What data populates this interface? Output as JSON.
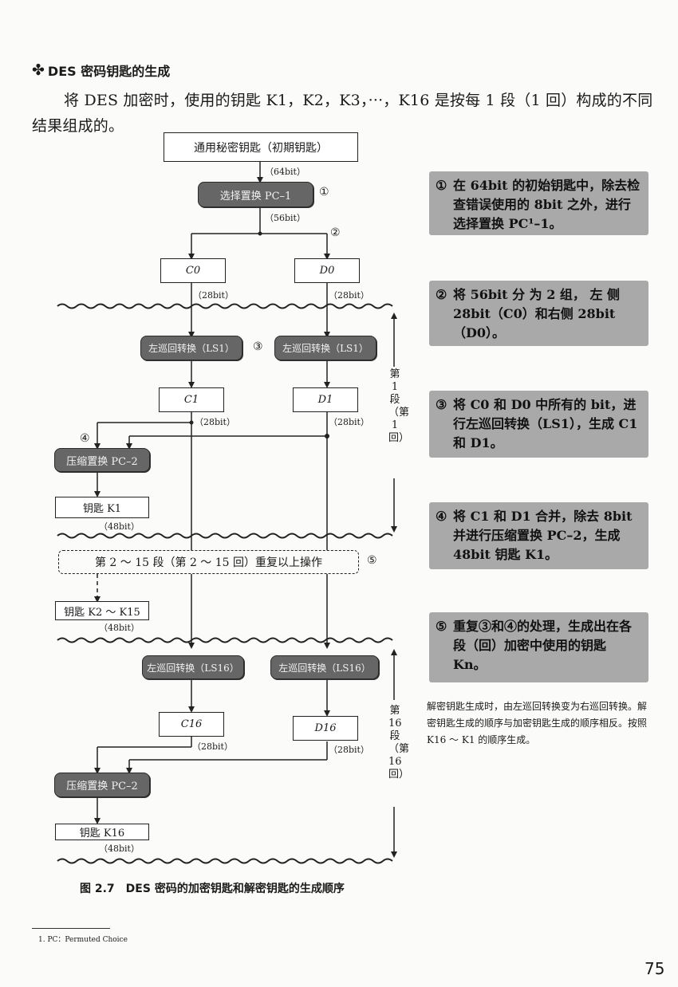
{
  "heading": {
    "icon": "four-leaf-clover-icon",
    "text": "DES 密码钥匙的生成"
  },
  "intro": "将 DES 加密时，使用的钥匙 K1，K2，K3，···，K16 是按每 1 段（1 回）构成的不同结果组成的。",
  "diagram": {
    "initial_key": "通用秘密钥匙（初期钥匙）",
    "bits_64": "（64bit）",
    "pc1": "选择置换 PC–1",
    "step1": "①",
    "bits_56": "（56bit）",
    "step2": "②",
    "c0": "C0",
    "d0": "D0",
    "bits_28_c0": "（28bit）",
    "bits_28_d0": "（28bit）",
    "ls1_left": "左巡回转换（LS1）",
    "step3": "③",
    "ls1_right": "左巡回转换（LS1）",
    "c1": "C1",
    "d1": "D1",
    "bits_28_c1": "（28bit）",
    "bits_28_d1": "（28bit）",
    "step4": "④",
    "pc2_a": "压缩置换 PC–2",
    "key_k1": "钥匙 K1",
    "bits_48_a": "（48bit）",
    "stage1": "第1段（第1回）",
    "repeat": "第 2 ～ 15 段（第 2 ～ 15 回）重复以上操作",
    "step5": "⑤",
    "key_k2_k15": "钥匙 K2 ～ K15",
    "bits_48_b": "（48bit）",
    "ls16_left": "左巡回转换（LS16）",
    "ls16_right": "左巡回转换（LS16）",
    "c16": "C16",
    "d16": "D16",
    "bits_28_c16": "（28bit）",
    "bits_28_d16": "（28bit）",
    "pc2_b": "压缩置换 PC–2",
    "key_k16": "钥匙 K16",
    "bits_48_c": "（48bit）",
    "stage16": "第16段（第16回）"
  },
  "notes": [
    {
      "num": "①",
      "text": "在 64bit 的初始钥匙中，除去检查错误使用的 8bit 之外，进行选择置换 PC¹–1。"
    },
    {
      "num": "②",
      "text": "将 56bit 分 为 2 组， 左 侧 28bit（C0）和右侧 28bit（D0）。"
    },
    {
      "num": "③",
      "text": "将 C0 和 D0 中所有的 bit，进行左巡回转换（LS1），生成 C1 和 D1。"
    },
    {
      "num": "④",
      "text": "将 C1 和 D1 合并，除去 8bit 并进行压缩置换 PC–2，生成 48bit 钥匙 K1。"
    },
    {
      "num": "⑤",
      "text": "重复③和④的处理，生成出在各段（回）加密中使用的钥匙 Kn。"
    }
  ],
  "small_note": "解密钥匙生成时，由左巡回转换变为右巡回转换。解密钥匙生成的顺序与加密钥匙生成的顺序相反。按照 K16 ～ K1 的顺序生成。",
  "caption": "图 2.7　DES 密码的加密钥匙和解密钥匙的生成顺序",
  "footnote": "1. PC：Permuted Choice",
  "page_number": "75"
}
